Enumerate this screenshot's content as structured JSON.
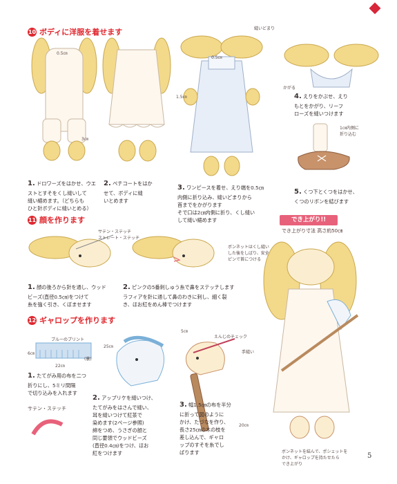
{
  "sections": [
    {
      "number": "10",
      "title": "ボディに洋服を着せます"
    },
    {
      "number": "11",
      "title": "顔を作ります"
    },
    {
      "number": "12",
      "title": "ギャロップを作ります"
    }
  ],
  "steps": {
    "s10_1": {
      "num": "1.",
      "text": "ドロワーズをはかせ、ウエ\nストとすそをくし縫いして\n縫い縮めます。（どちらも\nひと針ボディに縫いとめる）"
    },
    "s10_2": {
      "num": "2.",
      "text": "ペチコートをはか\nせて、ボディに縫\nいとめます"
    },
    "s10_3": {
      "num": "3.",
      "text": "ワンピースを着せ、えり端を0.5㎝\n内側に折り込み、縫いどまりから\n首までをかがります\nそで口は2㎝内側に折り、くし縫い\nして縫い縮めます"
    },
    "s10_4": {
      "num": "4.",
      "text": "えりをかぶせ、えり\nもとをかがり、リーフ\nローズを縫いつけます"
    },
    "s10_5": {
      "num": "5.",
      "text": "くつ下とくつをはかせ、\nくつのリボンを結びます"
    },
    "s11_1": {
      "num": "1.",
      "text": "顔の後ろから針を通し、ウッド\nビーズ(直径0.5㎝)をつけて\n糸を強く引き、くぼませます"
    },
    "s11_2": {
      "num": "2.",
      "text": "ピンクの5番刺しゅう糸で鼻をステッチします\nラフィアを針に通して鼻のわきに刺し、細く裂\nき、ほお紅をめん棒でつけます"
    },
    "s12_1": {
      "num": "1.",
      "text": "たてがみ用の布を二つ\n折りにし、5ミリ間隔\nで切り込みを入れます"
    },
    "s12_2": {
      "num": "2.",
      "text": "アップリケを縫いつけ、\nたてがみをはさんで縫い、\n耳を縫いつけて紅茶で\n染めます(2ページ参照)\n綿をつめ、うさぎの顔と\n同じ要領でウッドビーズ\n(直径0.4㎝)をつけ、ほお\n紅をつけます"
    },
    "s12_3": {
      "num": "3.",
      "text": "幅1.5㎝の布を半分\nに折って図のように\nかけ、たづなを作り、\n長さ25㎝の木の枝を\n差し込んで、ギャロ\nップのすそを糸でし\nばります"
    }
  },
  "labels": {
    "d10_1_top": "0.5㎝",
    "d10_1_side": "3㎝",
    "d10_3_neck": "縫いどまり",
    "d10_3_collar": "0.5㎝",
    "d10_3_sleeve": "1.5㎝",
    "d10_4_fold": "かがる",
    "d10_5_sock": "1㎝内側に\n折り込む",
    "d11_satin": "サテン・ステッチ\nストレート・ステッチ",
    "d12_cloth": "ブルーのプリント",
    "d12_width": "6㎝",
    "d12_len": "22㎝",
    "d12_cut": "(裏)",
    "d12_length2": "25㎝",
    "d12_reins": "えんじのチェック",
    "d12_stitch": "5㎝",
    "d12_sew": "手縫い",
    "d12_branch": "20㎝",
    "satin_stitch": "サテン・ステッチ",
    "final_note1": "ボンネットはくし縫い\nした後をしばり、安全\nピンで首につける",
    "final_note2": "ボンネットを結んで、ポシェットを\nかけ、ギャロップを持たせたら\nでき上がり"
  },
  "finished": {
    "banner": "でき上がり!!",
    "caption": "でき上がり寸法 高さ約50㎝"
  },
  "page_number": "5",
  "colors": {
    "accent": "#e0282f",
    "banner": "#e8617a",
    "hair": "#f3d98a",
    "body": "#fbeed0",
    "dress": "#e7eef8",
    "horse": "#7bb0d8"
  }
}
